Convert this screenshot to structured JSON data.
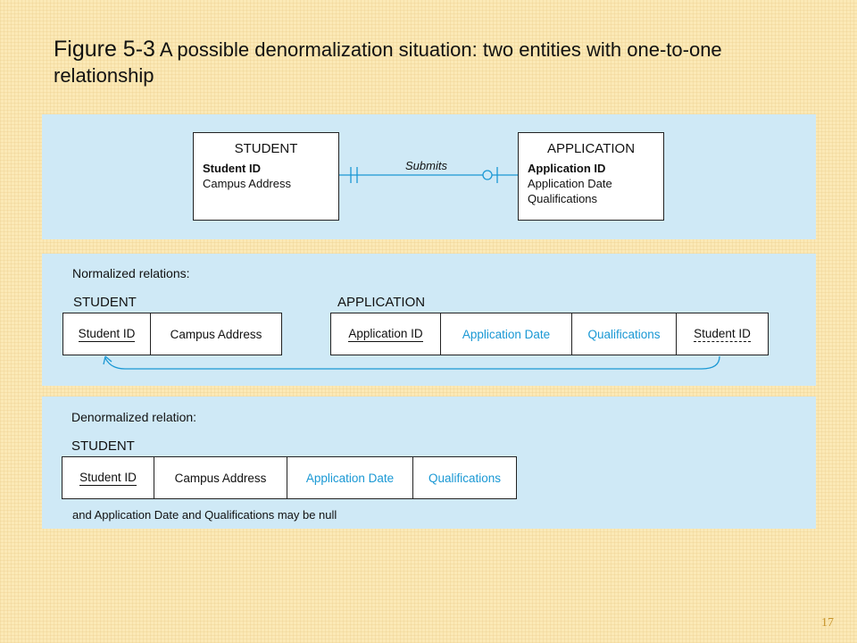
{
  "title": {
    "figure": "Figure 5-3",
    "caption": "A possible denormalization situation: two entities with one-to-one relationship"
  },
  "er": {
    "student": {
      "name": "STUDENT",
      "pk": "Student ID",
      "attrs": [
        "Campus Address"
      ]
    },
    "application": {
      "name": "APPLICATION",
      "pk": "Application ID",
      "attrs": [
        "Application Date",
        "Qualifications"
      ]
    },
    "relationship": "Submits"
  },
  "normalized": {
    "label": "Normalized relations:",
    "student": {
      "name": "STUDENT",
      "cols": [
        "Student ID",
        "Campus Address"
      ]
    },
    "application": {
      "name": "APPLICATION",
      "cols": [
        "Application ID",
        "Application Date",
        "Qualifications",
        "Student ID"
      ]
    }
  },
  "denormalized": {
    "label": "Denormalized relation:",
    "student": {
      "name": "STUDENT",
      "cols": [
        "Student ID",
        "Campus Address",
        "Application Date",
        "Qualifications"
      ]
    },
    "note": "and Application Date and Qualifications may be null"
  },
  "colors": {
    "accent": "#1a98d4",
    "panel": "#cfe9f6",
    "background": "#fbe9b6"
  },
  "page_number": "17"
}
